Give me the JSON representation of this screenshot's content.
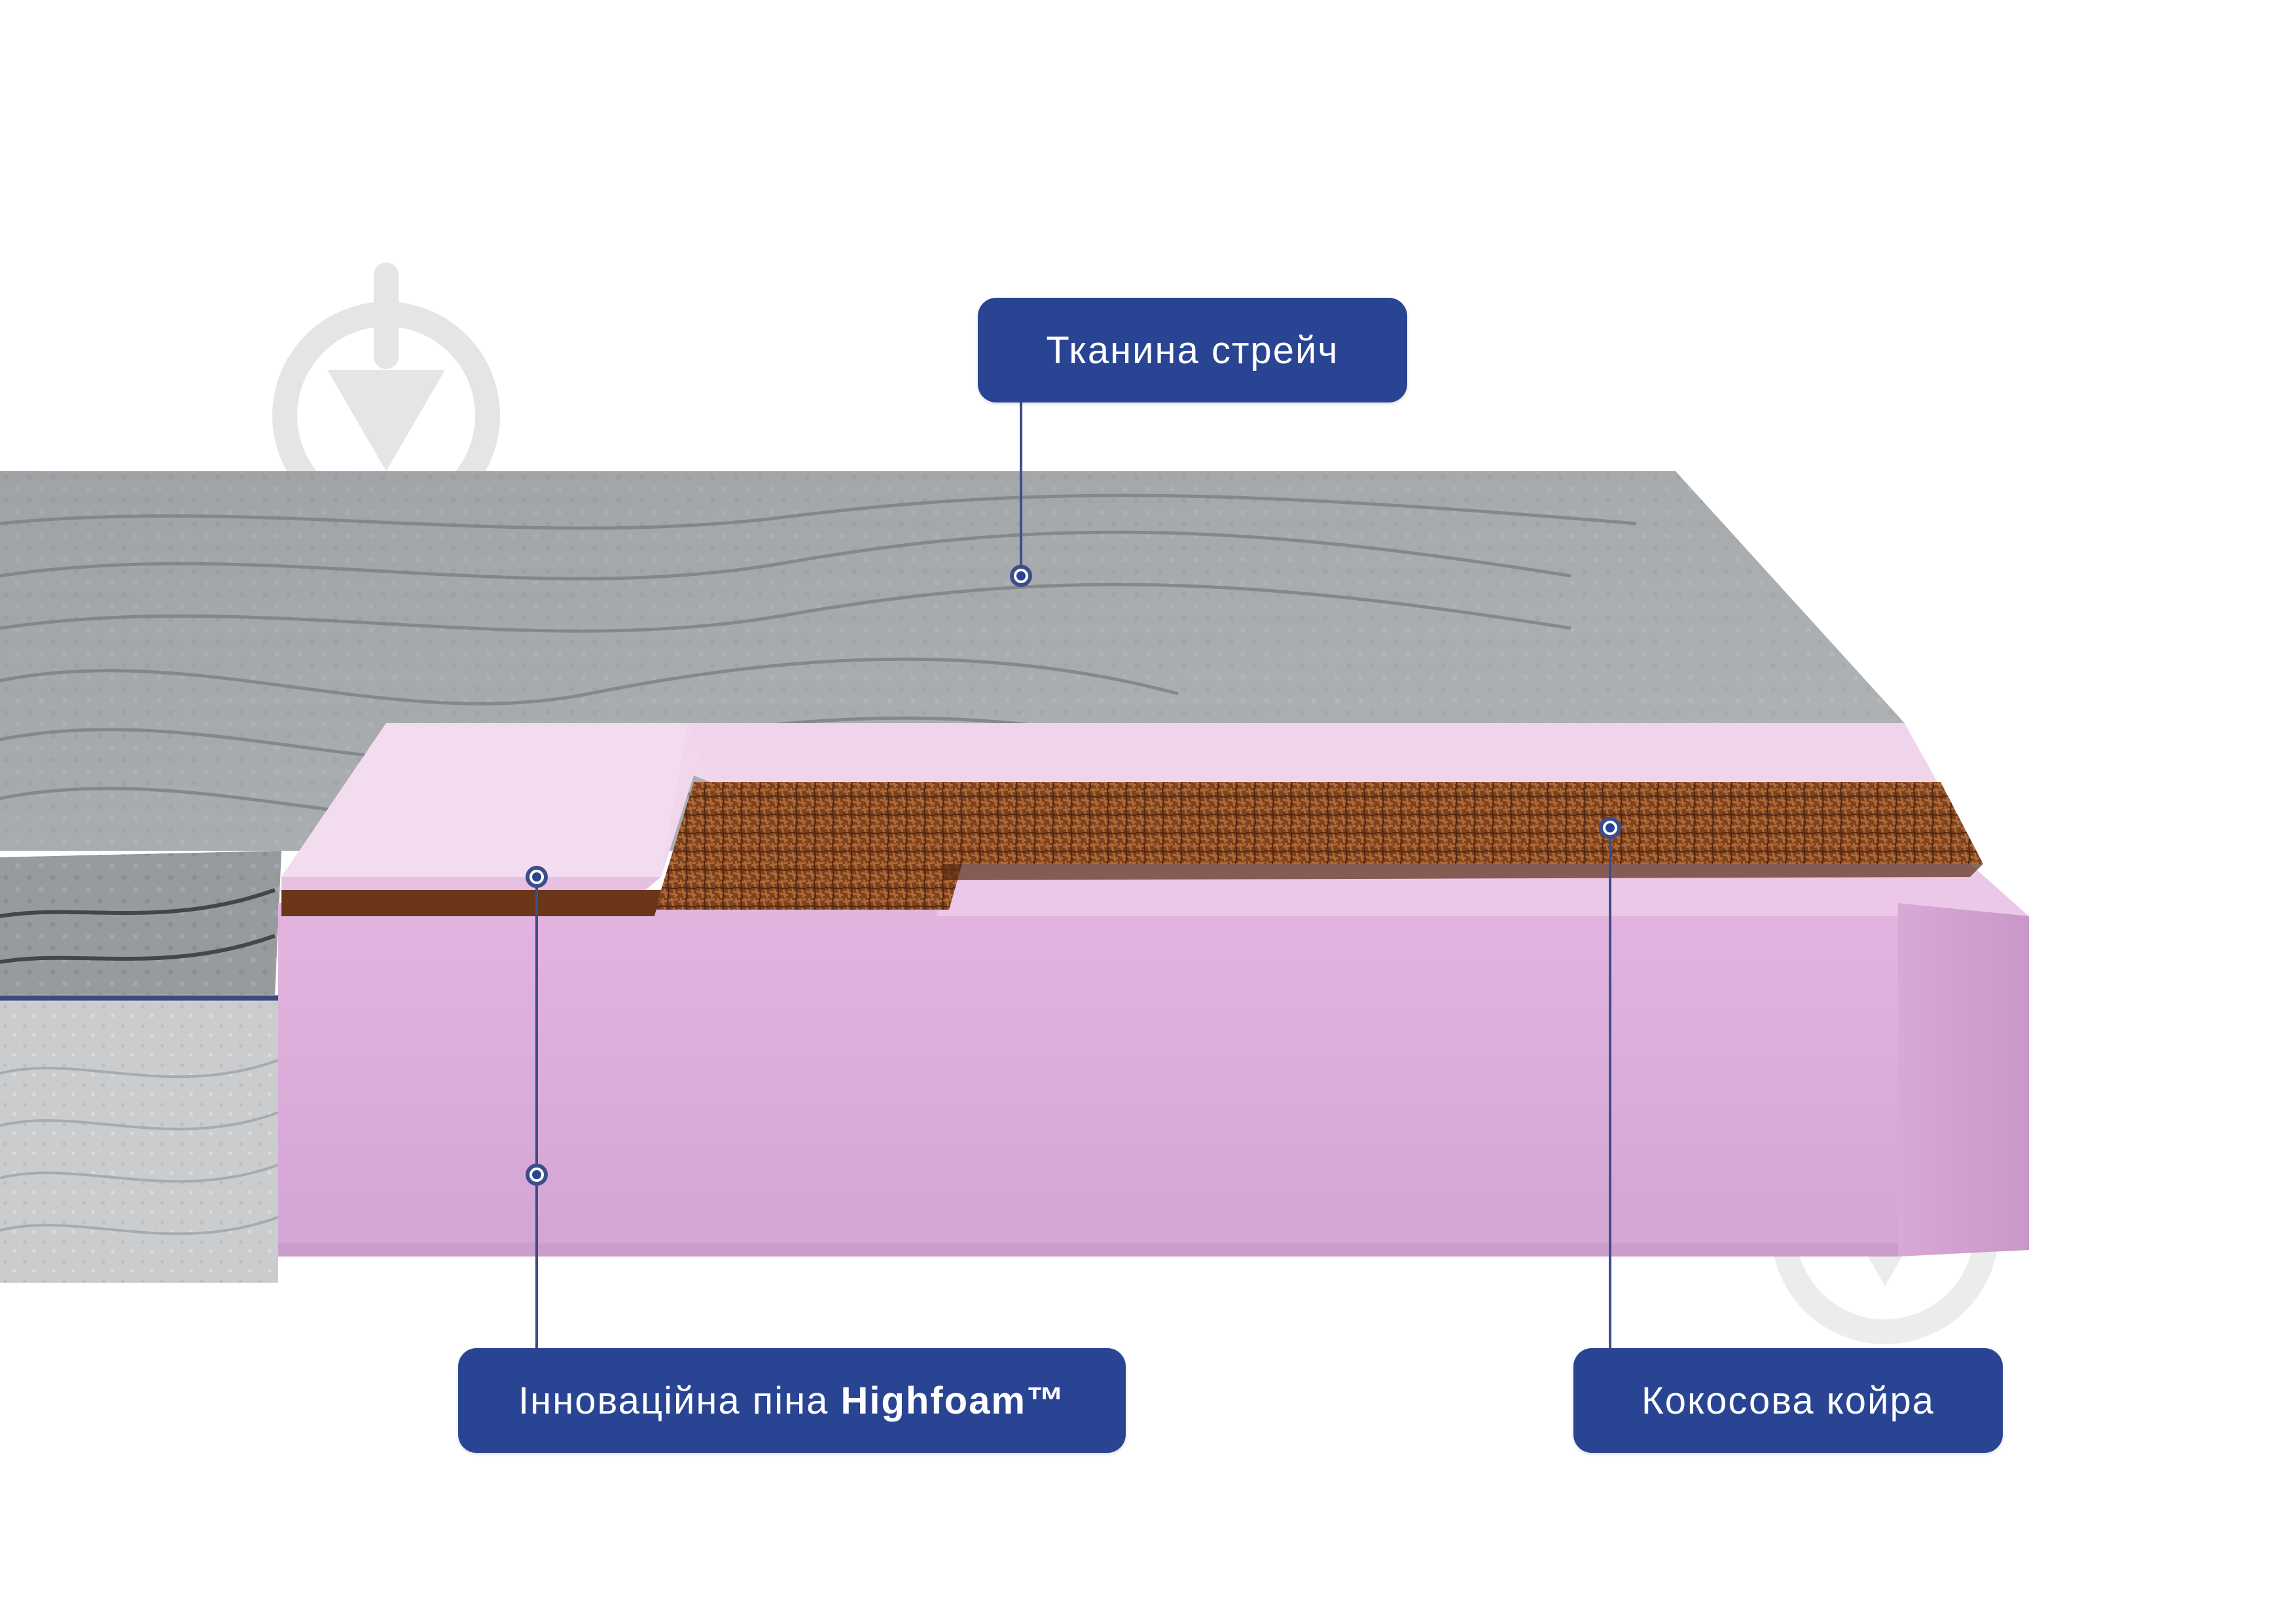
{
  "colors": {
    "accent": "#2a4494",
    "leader_line": "#3c4e8a",
    "fabric_top": "#a9acae",
    "fabric_side": "#c9cbcd",
    "foam_top": "#efd3ea",
    "foam_front": "#d8a9d6",
    "coir": "#8a4a22",
    "watermark": "#e6e6e6"
  },
  "icons": [
    "watermark-icon"
  ],
  "labels": {
    "fabric": "Тканина стрейч",
    "foam_prefix": "Інноваційна піна ",
    "foam_brand": "Highfoam™",
    "coir": "Кокосова койра"
  }
}
